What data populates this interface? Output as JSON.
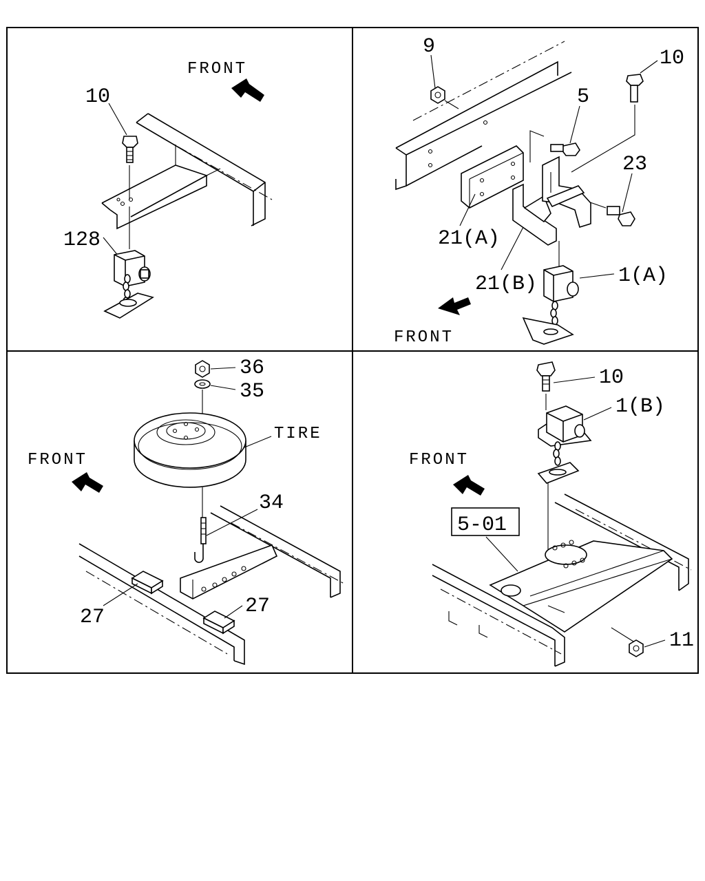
{
  "diagram": {
    "panel1": {
      "front": "FRONT",
      "callouts": {
        "bolt": "10",
        "bracket": "128"
      }
    },
    "panel2": {
      "front": "FRONT",
      "callouts": {
        "nut": "9",
        "bolt_top": "10",
        "bolt_5": "5",
        "bolt_23": "23",
        "bracket_a": "21(A)",
        "bracket_b": "21(B)",
        "holder_a": "1(A)"
      }
    },
    "panel3": {
      "front": "FRONT",
      "tire": "TIRE",
      "callouts": {
        "nut": "36",
        "washer": "35",
        "hook": "34",
        "pad_left": "27",
        "pad_right": "27"
      }
    },
    "panel4": {
      "front": "FRONT",
      "ref_box": "5-01",
      "callouts": {
        "bolt": "10",
        "holder_b": "1(B)",
        "nut": "11"
      }
    }
  }
}
